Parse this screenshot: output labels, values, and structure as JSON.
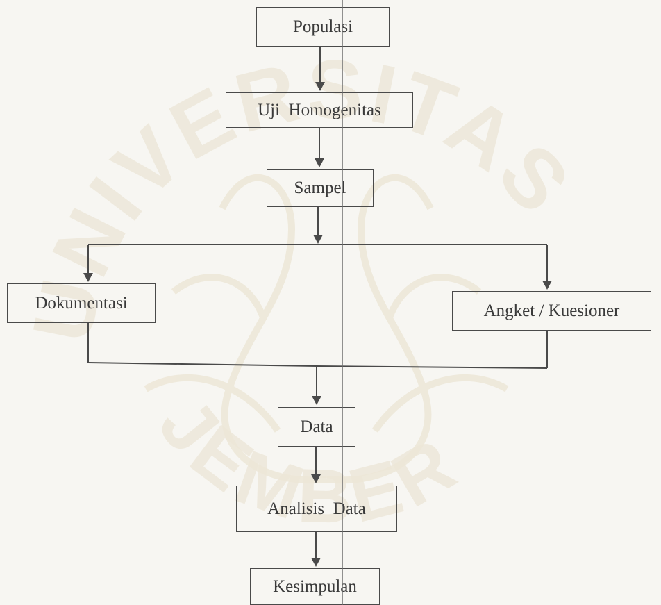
{
  "diagram": {
    "nodes": {
      "populasi": "Populasi",
      "uji_homogenitas": "Uji  Homogenitas",
      "sampel": "Sampel",
      "dokumentasi": "Dokumentasi",
      "angket": "Angket / Kuesioner",
      "data": "Data",
      "analisis_data": "Analisis  Data",
      "kesimpulan": "Kesimpulan"
    }
  },
  "watermark": {
    "top_text": "UNIVERSITAS",
    "bottom_text": "JEMBER",
    "color": "#e8e0cc"
  },
  "colors": {
    "line": "#4a4a4a",
    "text": "#3a3a3a",
    "background": "#f7f6f2"
  }
}
